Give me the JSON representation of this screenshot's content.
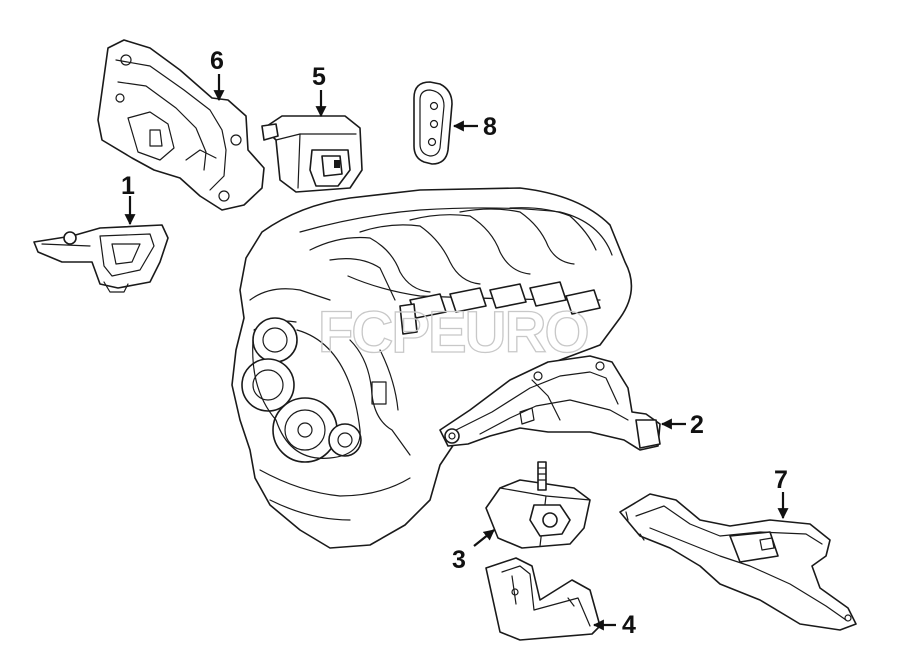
{
  "watermark": "FCPEURO",
  "callouts": [
    {
      "id": "1",
      "label": "1"
    },
    {
      "id": "2",
      "label": "2"
    },
    {
      "id": "3",
      "label": "3"
    },
    {
      "id": "4",
      "label": "4"
    },
    {
      "id": "5",
      "label": "5"
    },
    {
      "id": "6",
      "label": "6"
    },
    {
      "id": "7",
      "label": "7"
    },
    {
      "id": "8",
      "label": "8"
    }
  ],
  "colors": {
    "line": "#1a1a1a",
    "background": "#ffffff",
    "watermark": "#c8c8c8"
  }
}
